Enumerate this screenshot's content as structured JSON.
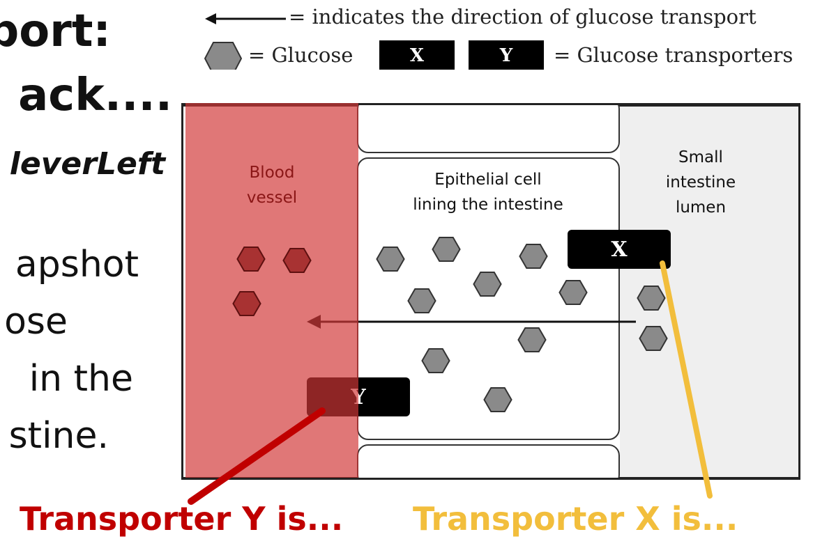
{
  "slide": {
    "title_line1": "port:",
    "title_line2": "ack....",
    "subtitle": "leverLeft",
    "body_lines": [
      "apshot",
      "ose",
      "in the",
      "stine."
    ]
  },
  "legend": {
    "arrow_text": "= indicates the direction of glucose transport",
    "glucose_text": "= Glucose",
    "box_x": "X",
    "box_y": "Y",
    "transporters_text": "= Glucose transporters"
  },
  "diagram": {
    "blood_vessel_label": [
      "Blood",
      "vessel"
    ],
    "epithelial_label": [
      "Epithelial cell",
      "lining the intestine"
    ],
    "lumen_label": [
      "Small",
      "intestine",
      "lumen"
    ],
    "transporter_x": "X",
    "transporter_y": "Y"
  },
  "answers": {
    "y_text": "Transporter Y is...",
    "x_text": "Transporter X is..."
  },
  "colors": {
    "red": "#c00000",
    "yellow": "#f2be3c",
    "glucose_fill": "#8a8a8a",
    "blood_glucose_fill": "#a83232"
  }
}
